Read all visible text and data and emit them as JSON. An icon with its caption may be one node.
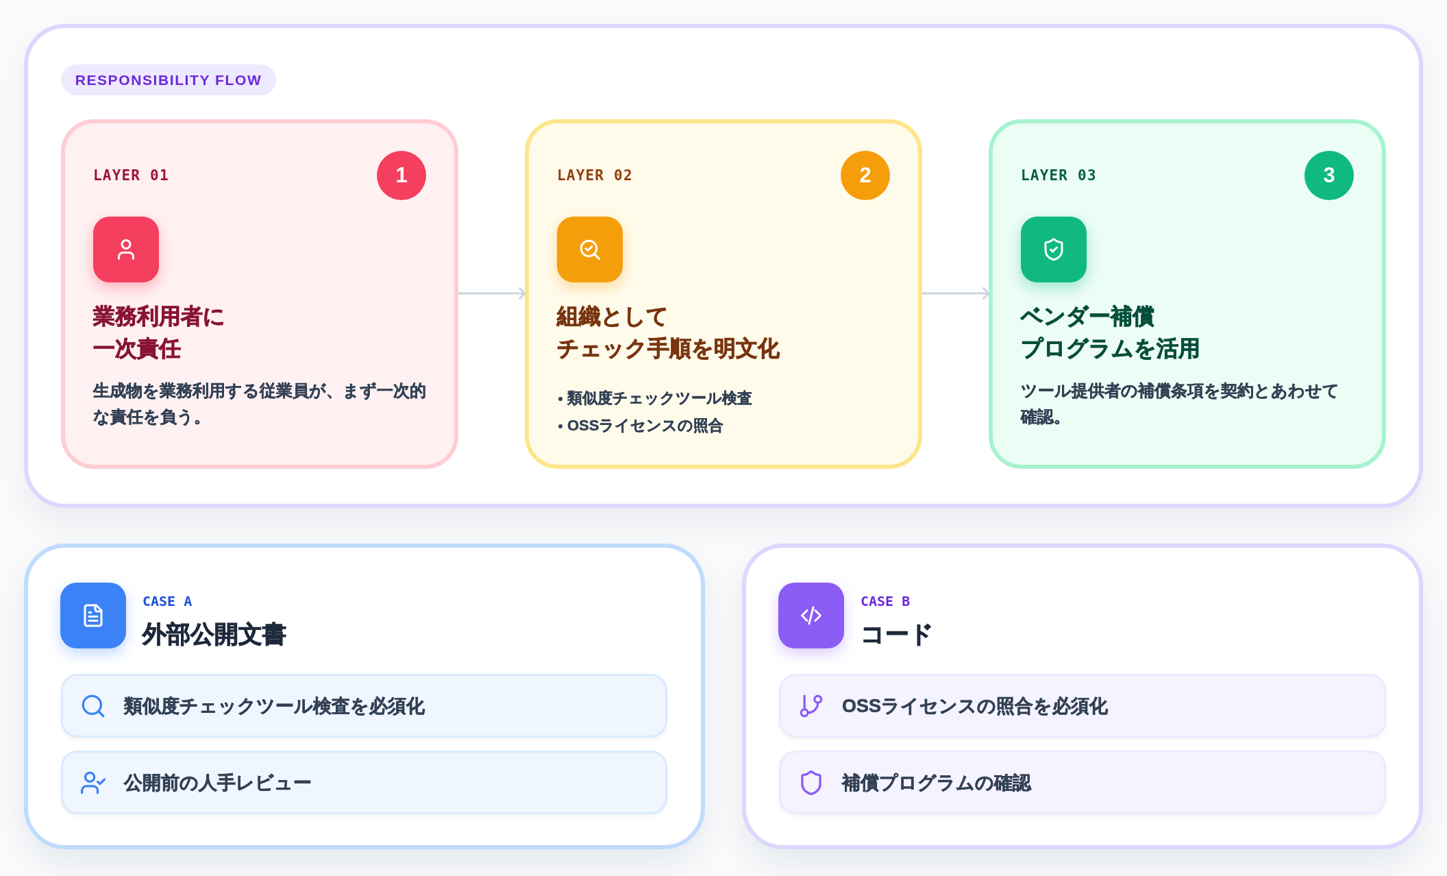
{
  "diagram": {
    "nodes": [
      {
        "text": [],
        "shape": "box"
      },
      {
        "text": [
          "RESPONSIBILITY FLOW"
        ],
        "in": 0
      },
      {
        "text": [
          "LAYER 01",
          "業務利用者に一次責任",
          "生成物を業務利用する従業員が、まず一次的な責任を負う。"
        ],
        "in": 0
      },
      {
        "text": [
          "1"
        ],
        "in": 2
      },
      {
        "text": [
          "LAYER 02",
          "組織としてチェック手順を明文化",
          "類似度チェックツール検査",
          "OSSライセンスの照合"
        ],
        "in": 0
      },
      {
        "text": [
          "2"
        ],
        "in": 4
      },
      {
        "text": [
          "LAYER 03",
          "ベンダー補償プログラムを活用",
          "ツール提供者の補償条項を契約とあわせて確認。"
        ],
        "in": 0
      },
      {
        "text": [
          "3"
        ],
        "in": 6
      },
      {
        "text": [
          "CASE A",
          "外部公開文書"
        ]
      },
      {
        "text": [
          "類似度チェックツール検査を必須化"
        ],
        "in": 8
      },
      {
        "text": [
          "公開前の人手レビュー"
        ],
        "in": 8
      },
      {
        "text": [
          "CASE B",
          "コード"
        ]
      },
      {
        "text": [
          "OSSライセンスの照合を必須化"
        ],
        "in": 11
      },
      {
        "text": [
          "補償プログラムの確認"
        ],
        "in": 11
      }
    ],
    "edges": [
      {
        "from": 2,
        "to": 4,
        "arrow": "to"
      },
      {
        "from": 4,
        "to": 6,
        "arrow": "to"
      }
    ]
  }
}
